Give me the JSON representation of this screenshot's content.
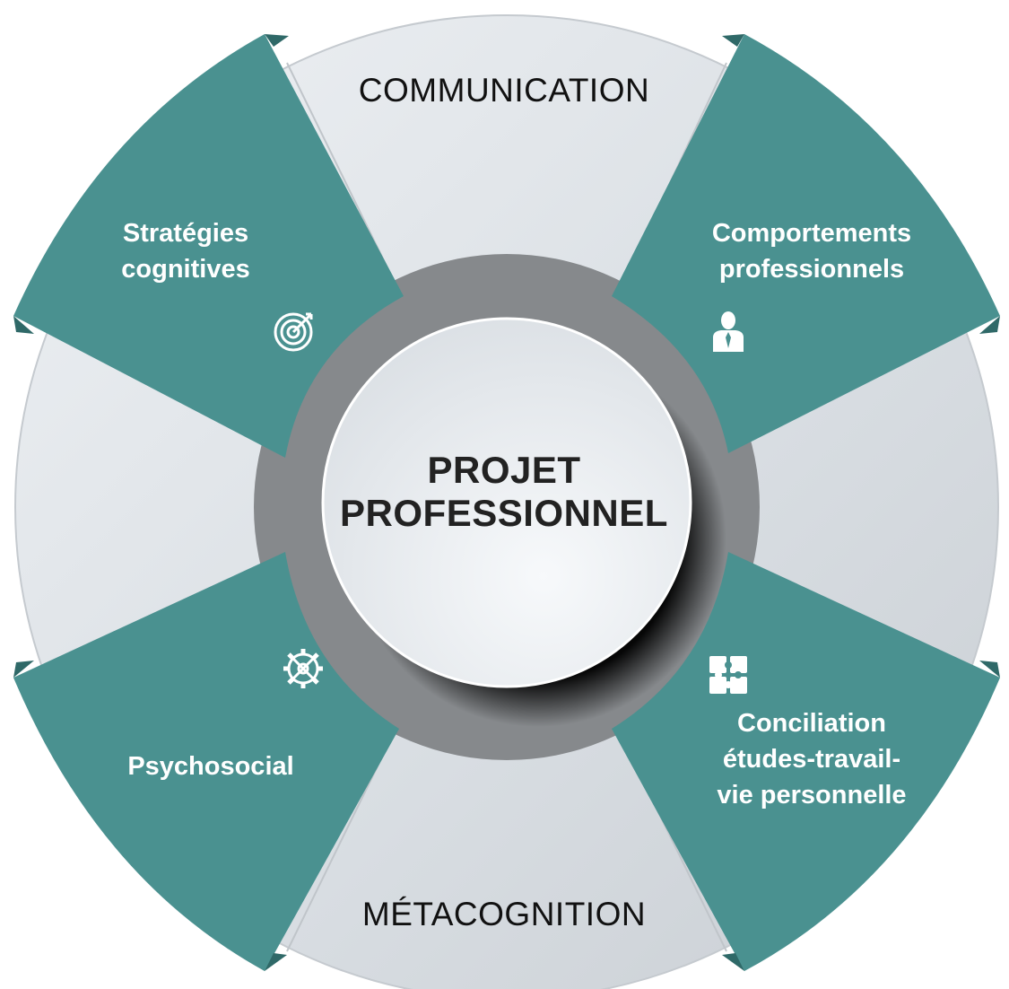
{
  "center": {
    "line1": "PROJET",
    "line2": "PROFESSIONNEL"
  },
  "gray_segments": {
    "top": "COMMUNICATION",
    "bottom": "MÉTACOGNITION"
  },
  "teal_segments": {
    "top_left": {
      "line1": "Stratégies",
      "line2": "cognitives",
      "icon": "target-icon"
    },
    "top_right": {
      "line1": "Comportements",
      "line2": "professionnels",
      "icon": "businessman-icon"
    },
    "bottom_left": {
      "line1": "Psychosocial",
      "icon": "gear-icon"
    },
    "bottom_right": {
      "line1": "Conciliation",
      "line2": "études-travail-",
      "line3": "vie personnelle",
      "icon": "puzzle-icon"
    }
  },
  "colors": {
    "teal": "#4a9190",
    "teal_dark": "#2f6968",
    "ring": "#86898c",
    "gray_light": "#e6eaee",
    "text_dark": "#111111"
  }
}
